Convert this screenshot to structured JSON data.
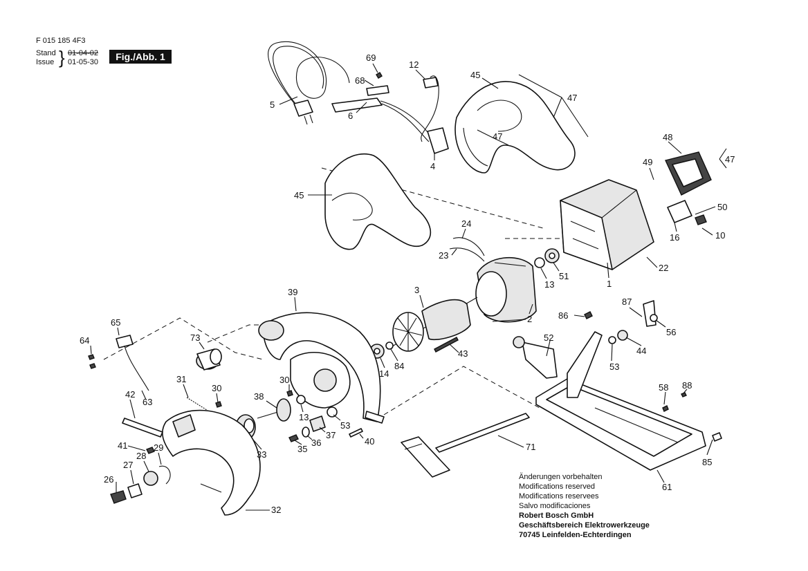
{
  "header": {
    "doc_number": "F 015 185 4F3",
    "stand_label": "Stand",
    "issue_label": "Issue",
    "old_date": "01-04-02",
    "date": "01-05-30",
    "figure_label": "Fig./Abb. 1"
  },
  "notes": {
    "lines": [
      "Änderungen vorbehalten",
      "Modifications reserved",
      "Modifications reservees",
      "Salvo modificaciones"
    ],
    "company": [
      "Robert Bosch GmbH",
      "Geschäftsbereich Elektrowerkzeuge",
      "70745 Leinfelden-Echterdingen"
    ]
  },
  "callouts": [
    "5",
    "6",
    "69",
    "68",
    "12",
    "4",
    "45",
    "47",
    "47",
    "48",
    "49",
    "47",
    "45",
    "50",
    "10",
    "16",
    "24",
    "23",
    "22",
    "1",
    "51",
    "13",
    "2",
    "3",
    "39",
    "65",
    "64",
    "73",
    "84",
    "14",
    "43",
    "86",
    "87",
    "56",
    "44",
    "52",
    "53",
    "58",
    "88",
    "85",
    "61",
    "31",
    "30",
    "30",
    "38",
    "13",
    "42",
    "63",
    "53",
    "37",
    "36",
    "35",
    "40",
    "71",
    "41",
    "28",
    "29",
    "27",
    "26",
    "33",
    "32"
  ]
}
